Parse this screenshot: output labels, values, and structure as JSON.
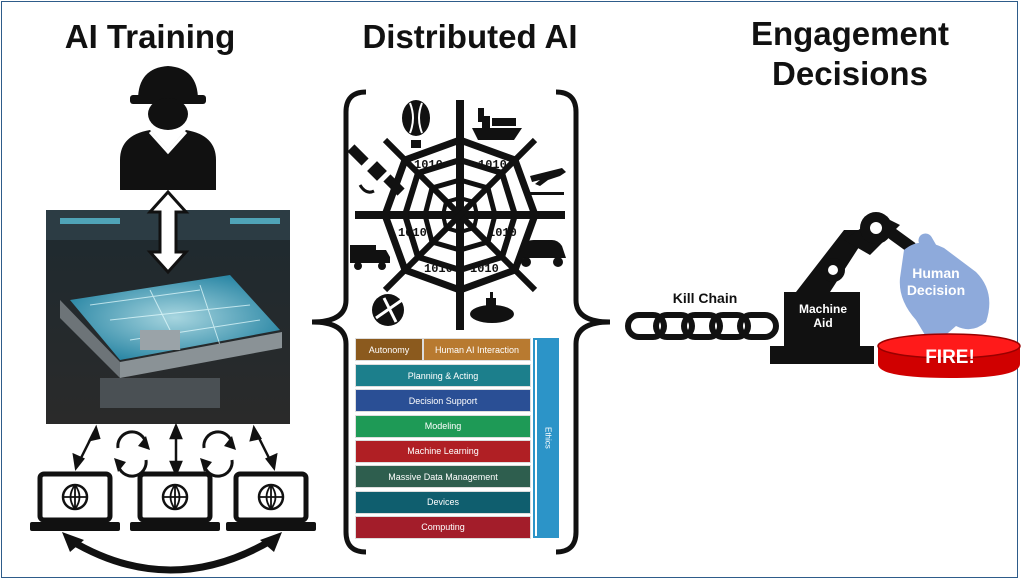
{
  "titles": {
    "training": "AI Training",
    "distributed": "Distributed AI",
    "engagement_line1": "Engagement",
    "engagement_line2": "Decisions"
  },
  "labels": {
    "kill_chain": "Kill Chain",
    "machine_aid_line1": "Machine",
    "machine_aid_line2": "Aid",
    "human_decision_line1": "Human",
    "human_decision_line2": "Decision",
    "fire": "FIRE!",
    "web_binary": "1010"
  },
  "layers": {
    "autonomy": "Autonomy",
    "human_ai": "Human AI Interaction",
    "rows": [
      {
        "label": "Planning & Acting",
        "color": "#1c7f8c"
      },
      {
        "label": "Decision Support",
        "color": "#2a4f95"
      },
      {
        "label": "Modeling",
        "color": "#1e9a56"
      },
      {
        "label": "Machine Learning",
        "color": "#b01f24"
      },
      {
        "label": "Massive Data Management",
        "color": "#2e5e4e"
      },
      {
        "label": "Devices",
        "color": "#0f5e6e"
      },
      {
        "label": "Computing",
        "color": "#a31d2a"
      }
    ],
    "ethics": "Ethics",
    "autonomy_color": "#8b5a1e",
    "human_ai_color": "#b87a30"
  }
}
